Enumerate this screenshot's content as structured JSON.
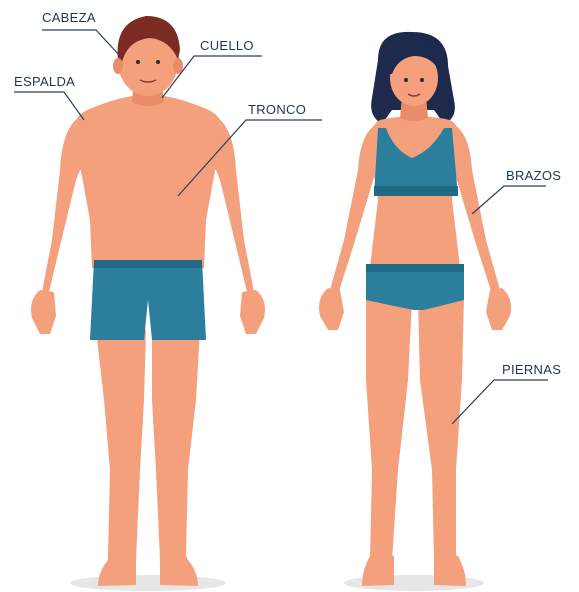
{
  "labels": {
    "head": "CABEZA",
    "neck": "CUELLO",
    "back": "ESPALDA",
    "trunk": "TRONCO",
    "arms": "BRAZOS",
    "legs": "PIERNAS"
  },
  "colors": {
    "skin": "#f5a07d",
    "skin_shade": "#e88c69",
    "swimwear": "#2b7f9c",
    "swimwear_dark": "#216a85",
    "hair_male": "#7b2b22",
    "hair_female": "#1d2a4d",
    "label_text": "#1f3552",
    "shadow": "#e6e6e6"
  }
}
